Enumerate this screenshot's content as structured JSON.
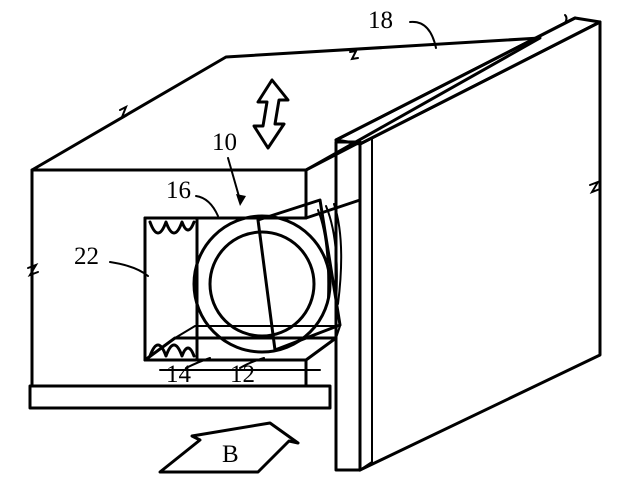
{
  "labels": {
    "l18": "18",
    "l10": "10",
    "l16": "16",
    "l22": "22",
    "l14": "14",
    "l12": "12",
    "lB": "B"
  },
  "colors": {
    "ink": "#000000",
    "paper": "#ffffff"
  }
}
